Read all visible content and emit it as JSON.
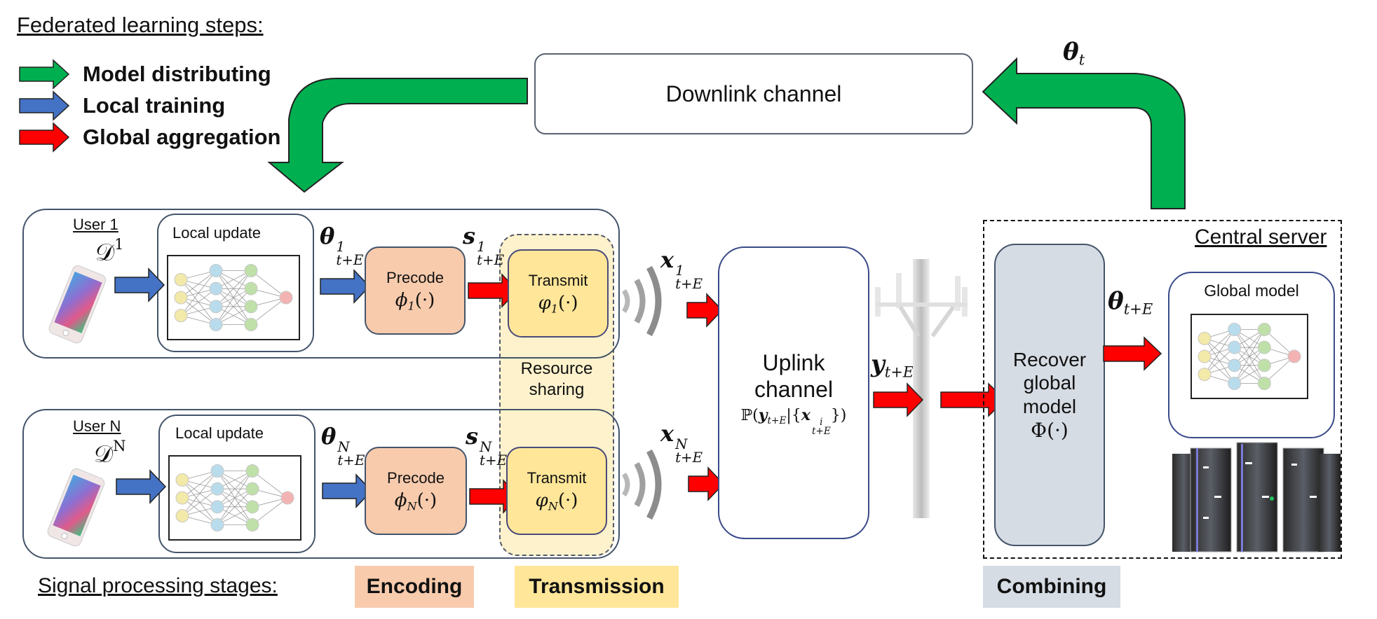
{
  "legend": {
    "title": "Federated learning steps:",
    "items": [
      {
        "label": "Model distributing",
        "color": "#00b050"
      },
      {
        "label": "Local training",
        "color": "#4472c4"
      },
      {
        "label": "Global aggregation",
        "color": "#ff0000"
      }
    ]
  },
  "downlink": {
    "label": "Downlink channel",
    "theta_t": {
      "base": "θ",
      "sub": "t"
    }
  },
  "users": [
    {
      "name": "User 1",
      "dataset": {
        "base": "𝒟",
        "sup": "1"
      },
      "local_update_label": "Local update",
      "theta": {
        "base": "θ",
        "sup": "1",
        "sub": "t+E"
      },
      "precode": {
        "label": "Precode",
        "fn": "ϕ",
        "fn_sub": "1",
        "arg": "(·)"
      },
      "s": {
        "base": "s",
        "sup": "1",
        "sub": "t+E"
      },
      "transmit": {
        "label": "Transmit",
        "fn": "φ",
        "fn_sub": "1",
        "arg": "(·)"
      },
      "x": {
        "base": "x",
        "sup": "1",
        "sub": "t+E"
      }
    },
    {
      "name": "User N",
      "dataset": {
        "base": "𝒟",
        "sup": "N"
      },
      "local_update_label": "Local update",
      "theta": {
        "base": "θ",
        "sup": "N",
        "sub": "t+E"
      },
      "precode": {
        "label": "Precode",
        "fn": "ϕ",
        "fn_sub": "N",
        "arg": "(·)"
      },
      "s": {
        "base": "s",
        "sup": "N",
        "sub": "t+E"
      },
      "transmit": {
        "label": "Transmit",
        "fn": "φ",
        "fn_sub": "N",
        "arg": "(·)"
      },
      "x": {
        "base": "x",
        "sup": "N",
        "sub": "t+E"
      }
    }
  ],
  "resource_sharing": {
    "line1": "Resource",
    "line2": "sharing"
  },
  "uplink": {
    "line1": "Uplink",
    "line2": "channel",
    "formula_prefix": "ℙ(",
    "formula_y": "y",
    "formula_y_sub": "t+E",
    "formula_mid": "|{",
    "formula_x": "x",
    "formula_x_sup": "i",
    "formula_x_sub": "t+E",
    "formula_suffix": "})"
  },
  "y_label": {
    "base": "y",
    "sub": "t+E"
  },
  "server": {
    "title": "Central server",
    "recover": {
      "line1": "Recover",
      "line2": "global",
      "line3": "model",
      "fn": "Φ(·)"
    },
    "theta": {
      "base": "θ",
      "sub": "t+E"
    },
    "global_model_label": "Global model"
  },
  "stages": {
    "title": "Signal processing stages:",
    "items": [
      {
        "label": "Encoding",
        "color": "#f8cbad"
      },
      {
        "label": "Transmission",
        "color": "#ffe699"
      },
      {
        "label": "Combining",
        "color": "#d6dce4"
      }
    ]
  },
  "colors": {
    "green": "#00b050",
    "blue": "#4472c4",
    "red": "#ff0000",
    "precode_fill": "#f8cbad",
    "transmit_fill": "#ffe699",
    "resource_fill": "#fdf2cc",
    "recover_fill": "#d6dce4",
    "border": "#44546a"
  }
}
